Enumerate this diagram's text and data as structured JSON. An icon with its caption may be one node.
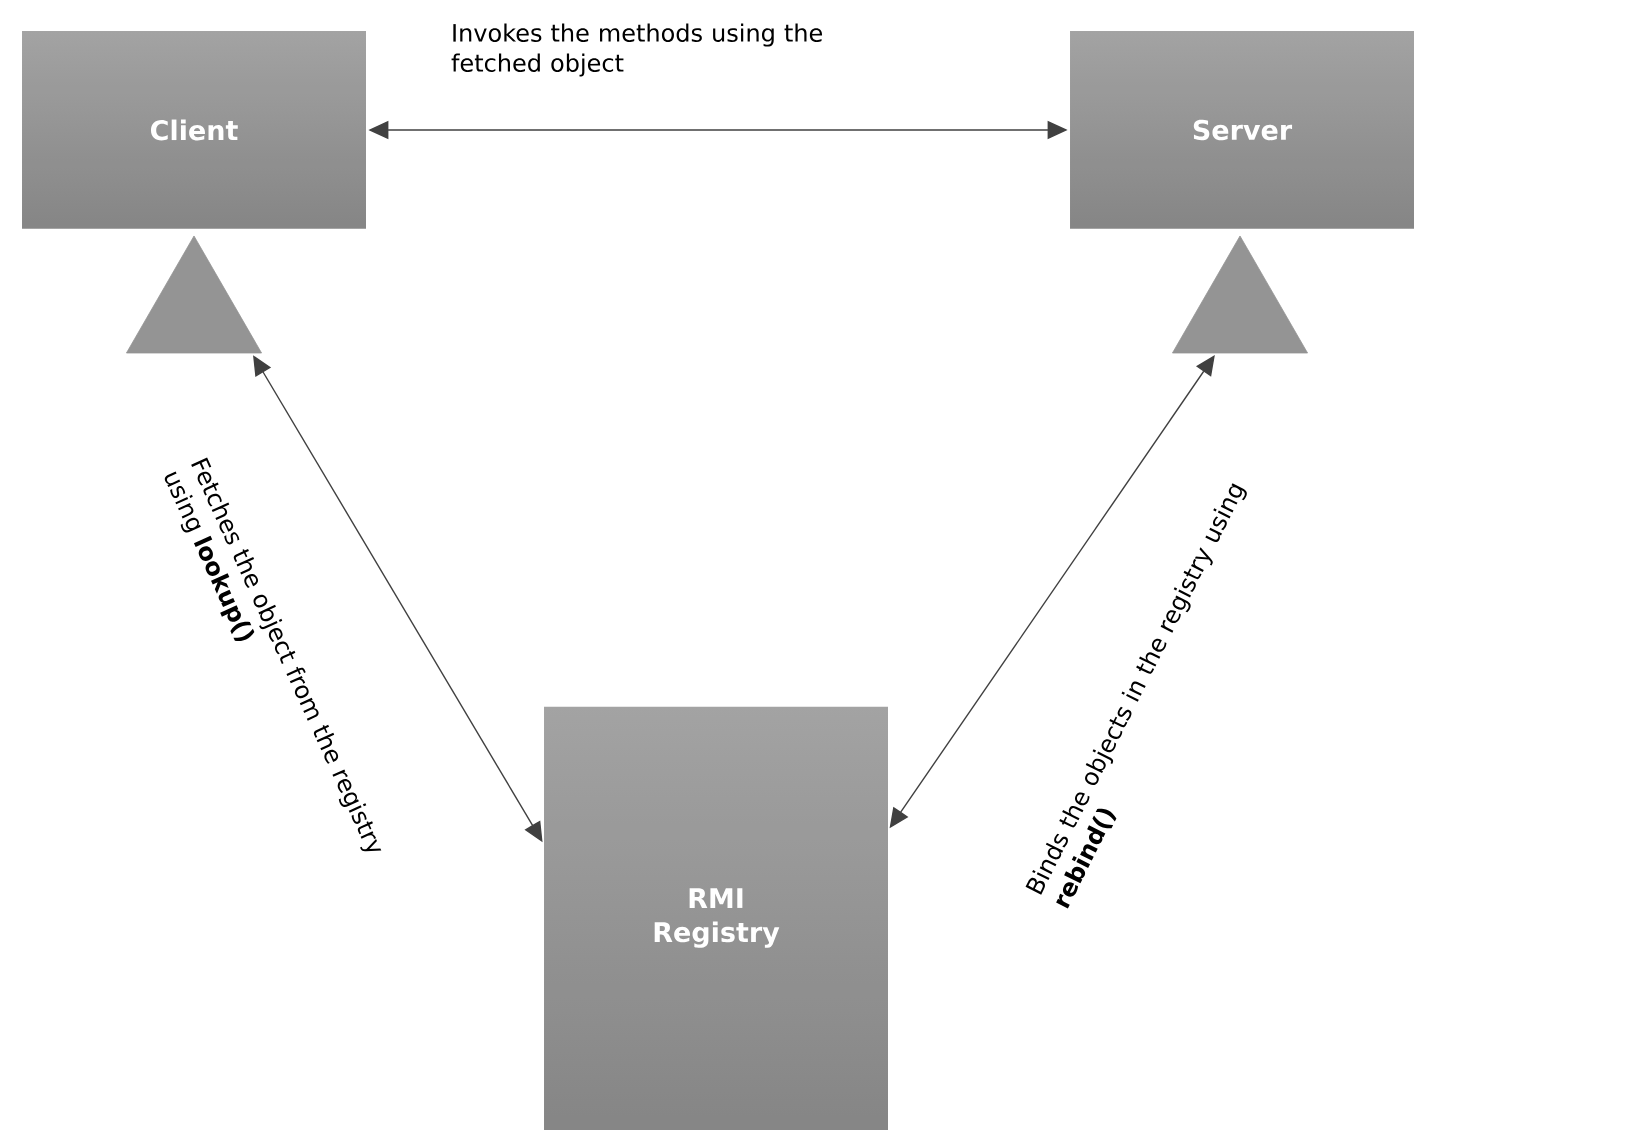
{
  "diagram": {
    "nodes": [
      {
        "text": [
          "Client"
        ]
      },
      {
        "text": [
          "Server"
        ]
      },
      {
        "text": [],
        "shape": "triangle"
      },
      {
        "text": [],
        "shape": "triangle"
      },
      {
        "text": [
          "RMI Registry"
        ]
      }
    ],
    "edges": [
      {
        "from": 0,
        "to": 1,
        "arrow": "both",
        "label": "Invokes the methods using the fetched object"
      },
      {
        "from": 2,
        "to": 4,
        "arrow": "both",
        "label": "Fetches the object from the registry using **lookup()**"
      },
      {
        "from": 3,
        "to": 4,
        "arrow": "both",
        "label": "Binds the objects in the registry using **rebind()**"
      }
    ]
  }
}
